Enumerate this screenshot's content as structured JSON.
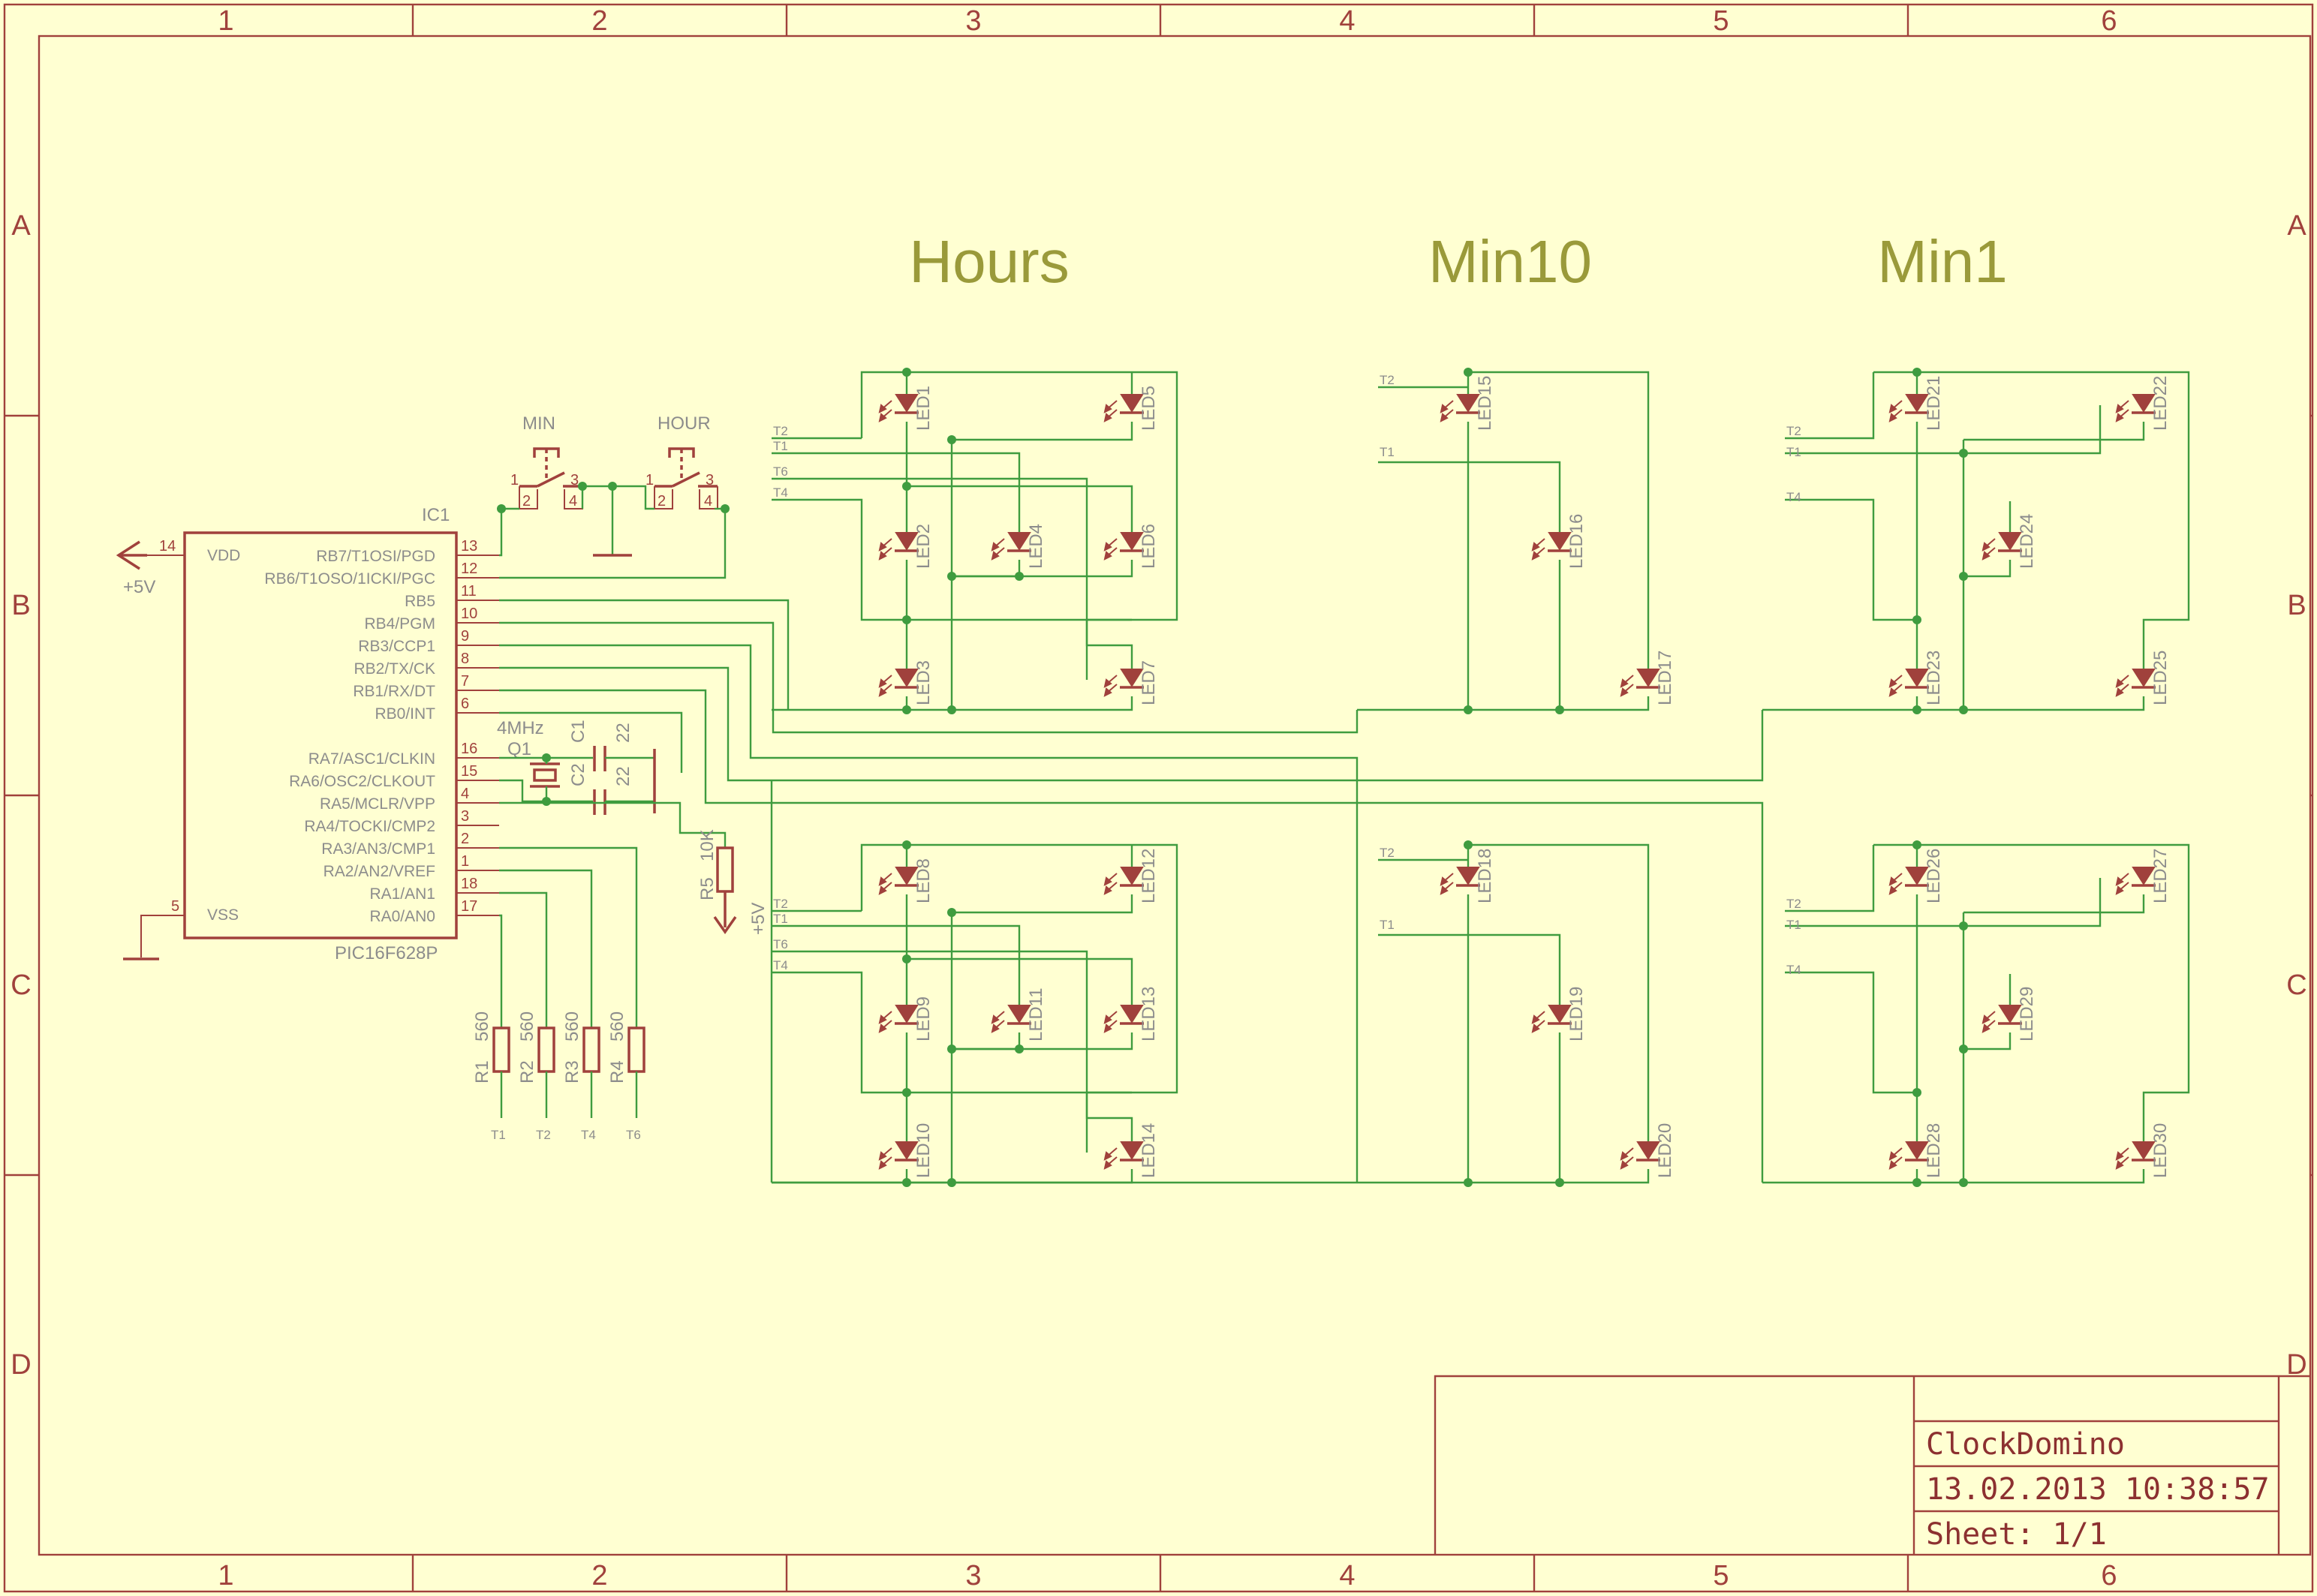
{
  "sections": {
    "hours": "Hours",
    "min10": "Min10",
    "min1": "Min1"
  },
  "title_block": {
    "project": "ClockDomino",
    "datetime": "13.02.2013 10:38:57",
    "sheet": "Sheet: 1/1"
  },
  "frame": {
    "columns": [
      "1",
      "2",
      "3",
      "4",
      "5",
      "6"
    ],
    "rows": [
      "A",
      "B",
      "C",
      "D"
    ]
  },
  "ic": {
    "name": "IC1",
    "part": "PIC16F628P",
    "vdd_label": "VDD",
    "vss_label": "VSS",
    "vdd_pin": "14",
    "vss_pin": "5",
    "right_pins": [
      {
        "num": "13",
        "label": "RB7/T1OSI/PGD"
      },
      {
        "num": "12",
        "label": "RB6/T1OSO/1ICKI/PGC"
      },
      {
        "num": "11",
        "label": "RB5"
      },
      {
        "num": "10",
        "label": "RB4/PGM"
      },
      {
        "num": "9",
        "label": "RB3/CCP1"
      },
      {
        "num": "8",
        "label": "RB2/TX/CK"
      },
      {
        "num": "7",
        "label": "RB1/RX/DT"
      },
      {
        "num": "6",
        "label": "RB0/INT"
      },
      {
        "num": "16",
        "label": "RA7/ASC1/CLKIN"
      },
      {
        "num": "15",
        "label": "RA6/OSC2/CLKOUT"
      },
      {
        "num": "4",
        "label": "RA5/MCLR/VPP"
      },
      {
        "num": "3",
        "label": "RA4/TOCKI/CMP2"
      },
      {
        "num": "2",
        "label": "RA3/AN3/CMP1"
      },
      {
        "num": "1",
        "label": "RA2/AN2/VREF"
      },
      {
        "num": "18",
        "label": "RA1/AN1"
      },
      {
        "num": "17",
        "label": "RA0/AN0"
      }
    ]
  },
  "power": {
    "vcc": "+5V",
    "vcc2": "+5V"
  },
  "switches": [
    {
      "name": "MIN",
      "pins": [
        "1",
        "2",
        "3",
        "4"
      ]
    },
    {
      "name": "HOUR",
      "pins": [
        "1",
        "2",
        "3",
        "4"
      ]
    }
  ],
  "crystal": {
    "name": "Q1",
    "value": "4MHz"
  },
  "capacitors": [
    {
      "name": "C1",
      "value": "22"
    },
    {
      "name": "C2",
      "value": "22"
    }
  ],
  "resistors": [
    {
      "name": "R1",
      "value": "560",
      "net": "T1"
    },
    {
      "name": "R2",
      "value": "560",
      "net": "T2"
    },
    {
      "name": "R3",
      "value": "560",
      "net": "T4"
    },
    {
      "name": "R4",
      "value": "560",
      "net": "T6"
    },
    {
      "name": "R5",
      "value": "10K"
    }
  ],
  "leds": [
    "LED1",
    "LED2",
    "LED3",
    "LED4",
    "LED5",
    "LED6",
    "LED7",
    "LED8",
    "LED9",
    "LED10",
    "LED11",
    "LED12",
    "LED13",
    "LED14",
    "LED15",
    "LED16",
    "LED17",
    "LED18",
    "LED19",
    "LED20",
    "LED21",
    "LED22",
    "LED23",
    "LED24",
    "LED25",
    "LED26",
    "LED27",
    "LED28",
    "LED29",
    "LED30"
  ],
  "net_labels": {
    "hours_top": [
      "T2",
      "T1",
      "T6",
      "T4"
    ],
    "hours_bottom": [
      "T2",
      "T1",
      "T6",
      "T4"
    ],
    "min10_top": [
      "T2",
      "T1"
    ],
    "min10_bottom": [
      "T2",
      "T1"
    ],
    "min1_top": [
      "T2",
      "T1",
      "T4"
    ],
    "min1_bottom": [
      "T2",
      "T1",
      "T4"
    ]
  }
}
